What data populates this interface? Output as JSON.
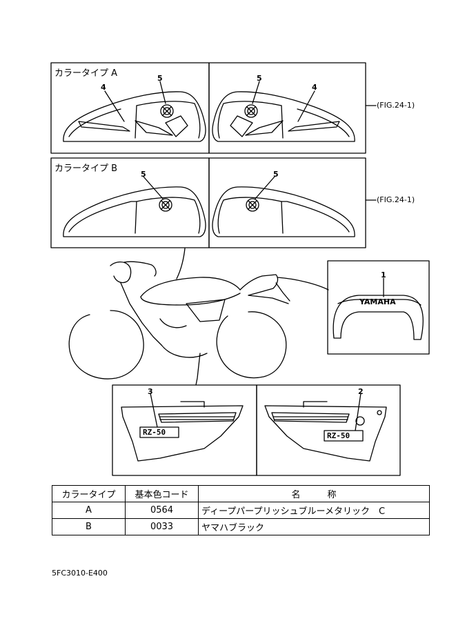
{
  "panel_a": {
    "title": "カラータイプ A",
    "left_labels": [
      "4",
      "5"
    ],
    "right_labels": [
      "5",
      "4"
    ]
  },
  "panel_b": {
    "title": "カラータイプ B",
    "left_label": "5",
    "right_label": "5"
  },
  "fig_ref_a": "(FIG.24-1)",
  "fig_ref_b": "(FIG.24-1)",
  "seat_cowl": {
    "label": "1",
    "emblem": "YAMAHA"
  },
  "side_covers": {
    "left_label": "3",
    "right_label": "2",
    "emblem": "RZ-50"
  },
  "table": {
    "headers": [
      "カラータイプ",
      "基本色コード",
      "名　　　称"
    ],
    "rows": [
      {
        "type": "A",
        "code": "0564",
        "name": "ディープパープリッシュブルーメタリック　C"
      },
      {
        "type": "B",
        "code": "0033",
        "name": "ヤマハブラック"
      }
    ]
  },
  "doc_id": "5FC3010-E400"
}
